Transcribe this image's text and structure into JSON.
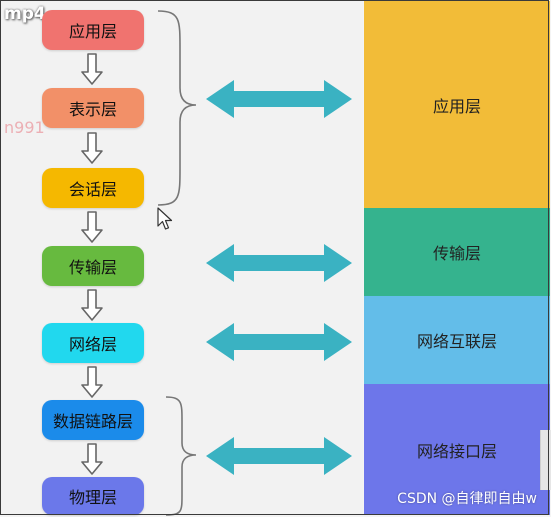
{
  "overlay": {
    "video_label": "mp4",
    "watermark_left": "n991",
    "watermark_credit": "CSDN @自律即自由w"
  },
  "osi_layers": [
    {
      "label": "应用层",
      "color": "#f0736f"
    },
    {
      "label": "表示层",
      "color": "#f29068"
    },
    {
      "label": "会话层",
      "color": "#f5b800"
    },
    {
      "label": "传输层",
      "color": "#67ba3f"
    },
    {
      "label": "网络层",
      "color": "#21d8ee"
    },
    {
      "label": "数据链路层",
      "color": "#1b8bea"
    },
    {
      "label": "物理层",
      "color": "#6b78ea"
    }
  ],
  "tcpip_layers": [
    {
      "label": "应用层",
      "color": "#f2bc38"
    },
    {
      "label": "传输层",
      "color": "#35b38e"
    },
    {
      "label": "网络互联层",
      "color": "#63bde9"
    },
    {
      "label": "网络接口层",
      "color": "#6d76ea"
    }
  ],
  "colors": {
    "arrow": "#3ab2c2",
    "outline_arrow": "#666666",
    "brace": "#777777"
  }
}
